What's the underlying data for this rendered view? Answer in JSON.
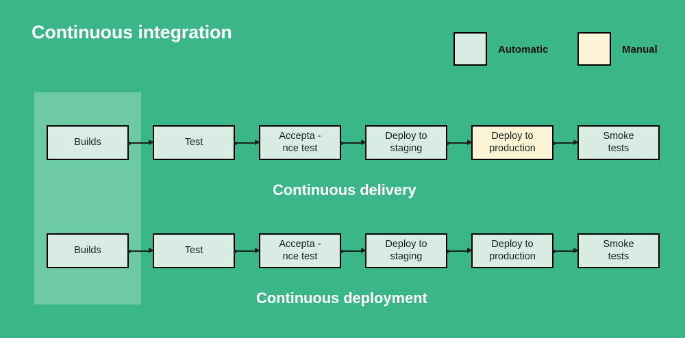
{
  "diagram": {
    "title": "Continuous\nintegration",
    "background_color": "#3bb688",
    "band_color": "#6ecaa4",
    "automatic_color": "#d8ece4",
    "manual_color": "#fdf4d5",
    "border_color": "#000000"
  },
  "legend": {
    "items": [
      {
        "label": "Automatic",
        "color": "#d8ece4"
      },
      {
        "label": "Manual",
        "color": "#fdf4d5"
      }
    ]
  },
  "rows": [
    {
      "label": "Continuous delivery",
      "nodes": [
        {
          "text": "Builds",
          "type": "automatic"
        },
        {
          "text": "Test",
          "type": "automatic"
        },
        {
          "text": "Accepta -\nnce test",
          "type": "automatic"
        },
        {
          "text": "Deploy to\nstaging",
          "type": "automatic"
        },
        {
          "text": "Deploy to\nproduction",
          "type": "manual"
        },
        {
          "text": "Smoke\ntests",
          "type": "automatic"
        }
      ]
    },
    {
      "label": "Continuous deployment",
      "nodes": [
        {
          "text": "Builds",
          "type": "automatic"
        },
        {
          "text": "Test",
          "type": "automatic"
        },
        {
          "text": "Accepta -\nnce test",
          "type": "automatic"
        },
        {
          "text": "Deploy to\nstaging",
          "type": "automatic"
        },
        {
          "text": "Deploy to\nproduction",
          "type": "automatic"
        },
        {
          "text": "Smoke\ntests",
          "type": "automatic"
        }
      ]
    }
  ]
}
